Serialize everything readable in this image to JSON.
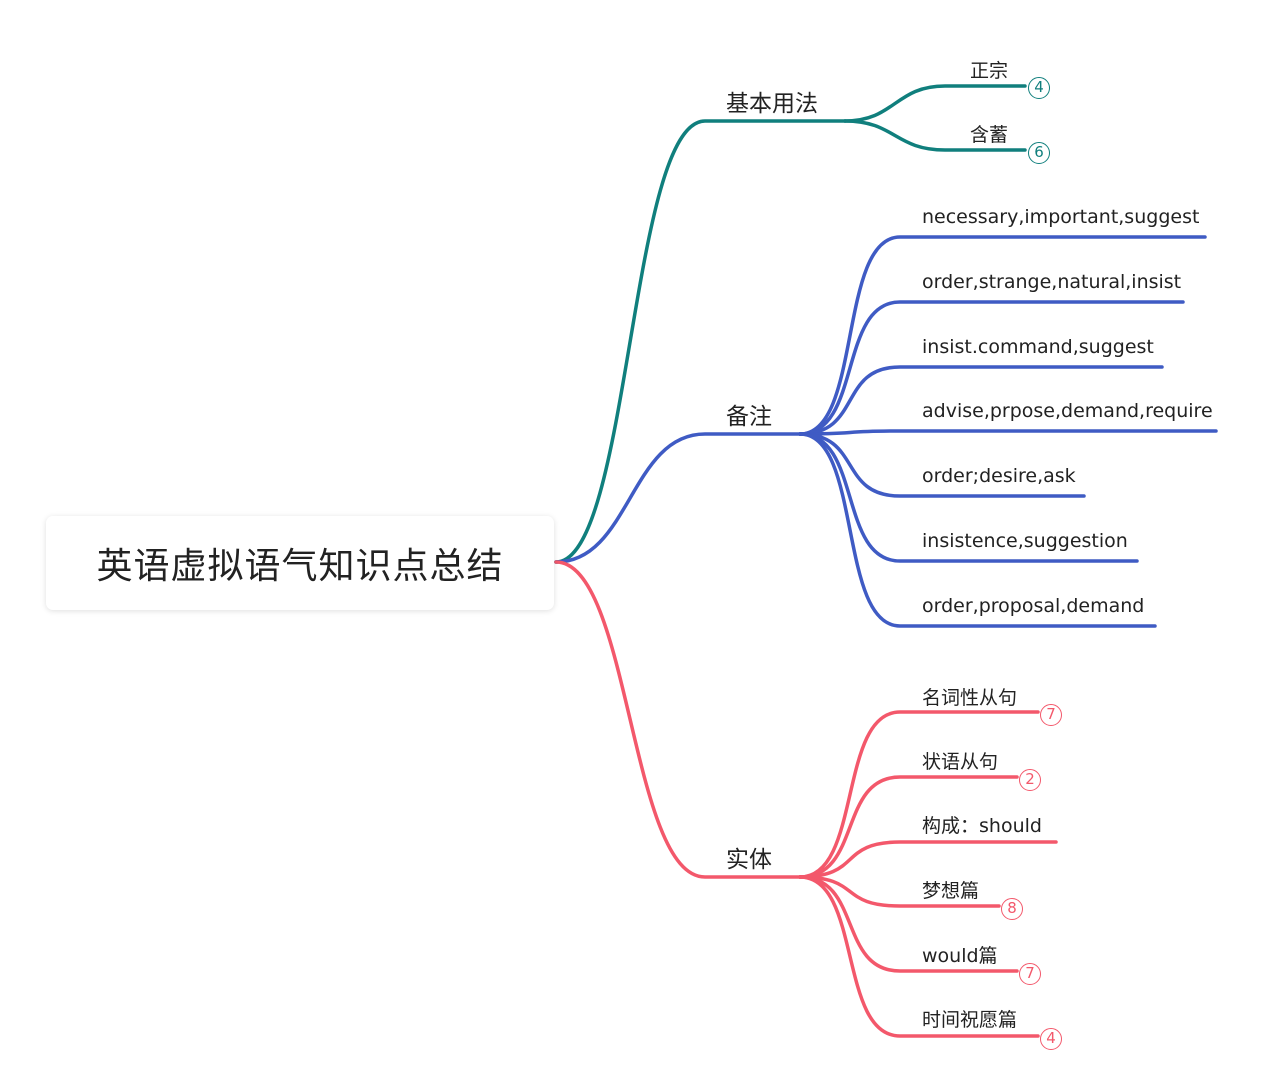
{
  "root": {
    "title": "英语虚拟语气知识点总结"
  },
  "colors": {
    "teal": "#107f7d",
    "blue": "#3f5bc4",
    "red": "#f3586b"
  },
  "branches": [
    {
      "label": "基本用法",
      "color": "teal",
      "children": [
        {
          "label": "正宗",
          "count": "4"
        },
        {
          "label": "含蓄",
          "count": "6"
        }
      ]
    },
    {
      "label": "备注",
      "color": "blue",
      "children": [
        {
          "label": "necessary,important,suggest"
        },
        {
          "label": "order,strange,natural,insist"
        },
        {
          "label": "insist.command,suggest"
        },
        {
          "label": "advise,prpose,demand,require"
        },
        {
          "label": "order;desire,ask"
        },
        {
          "label": "insistence,suggestion"
        },
        {
          "label": "order,proposal,demand"
        }
      ]
    },
    {
      "label": "实体",
      "color": "red",
      "children": [
        {
          "label": "名词性从句",
          "count": "7"
        },
        {
          "label": "状语从句",
          "count": "2"
        },
        {
          "label": "构成：should"
        },
        {
          "label": "梦想篇",
          "count": "8"
        },
        {
          "label": "would篇",
          "count": "7"
        },
        {
          "label": "时间祝愿篇",
          "count": "4"
        }
      ]
    }
  ]
}
